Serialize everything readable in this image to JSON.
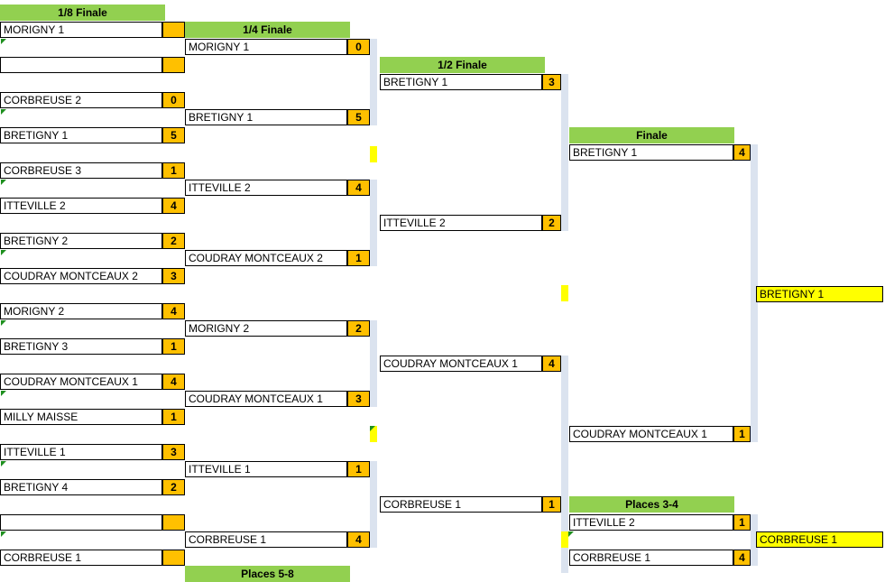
{
  "headers": {
    "r16": "1/8 Finale",
    "qf": "1/4 Finale",
    "sf": "1/2 Finale",
    "final": "Finale",
    "third": "Places 3-4",
    "fifth": "Places 5-8"
  },
  "r16": [
    {
      "team": "MORIGNY 1",
      "score": ""
    },
    {
      "team": "",
      "score": ""
    },
    {
      "team": "CORBREUSE 2",
      "score": "0"
    },
    {
      "team": "BRETIGNY 1",
      "score": "5"
    },
    {
      "team": "CORBREUSE 3",
      "score": "1"
    },
    {
      "team": "ITTEVILLE 2",
      "score": "4"
    },
    {
      "team": "BRETIGNY 2",
      "score": "2"
    },
    {
      "team": "COUDRAY MONTCEAUX 2",
      "score": "3"
    },
    {
      "team": "MORIGNY 2",
      "score": "4"
    },
    {
      "team": "BRETIGNY 3",
      "score": "1"
    },
    {
      "team": "COUDRAY MONTCEAUX 1",
      "score": "4"
    },
    {
      "team": "MILLY MAISSE",
      "score": "1"
    },
    {
      "team": "ITTEVILLE 1",
      "score": "3"
    },
    {
      "team": "BRETIGNY 4",
      "score": "2"
    },
    {
      "team": "",
      "score": ""
    },
    {
      "team": "CORBREUSE 1",
      "score": ""
    }
  ],
  "qf": [
    {
      "team": "MORIGNY 1",
      "score": "0"
    },
    {
      "team": "BRETIGNY 1",
      "score": "5"
    },
    {
      "team": "ITTEVILLE 2",
      "score": "4"
    },
    {
      "team": "COUDRAY MONTCEAUX 2",
      "score": "1"
    },
    {
      "team": "MORIGNY 2",
      "score": "2"
    },
    {
      "team": "COUDRAY MONTCEAUX 1",
      "score": "3"
    },
    {
      "team": "ITTEVILLE 1",
      "score": "1"
    },
    {
      "team": "CORBREUSE 1",
      "score": "4"
    }
  ],
  "sf": [
    {
      "team": "BRETIGNY 1",
      "score": "3"
    },
    {
      "team": "ITTEVILLE 2",
      "score": "2"
    },
    {
      "team": "COUDRAY MONTCEAUX 1",
      "score": "4"
    },
    {
      "team": "CORBREUSE 1",
      "score": "1"
    }
  ],
  "final": [
    {
      "team": "BRETIGNY 1",
      "score": "4"
    },
    {
      "team": "COUDRAY MONTCEAUX 1",
      "score": "1"
    }
  ],
  "third": [
    {
      "team": "ITTEVILLE 2",
      "score": "1"
    },
    {
      "team": "CORBREUSE 1",
      "score": "4"
    }
  ],
  "champion": "BRETIGNY 1",
  "third_place": "CORBREUSE 1",
  "colors": {
    "header": "#92d050",
    "score": "#ffc000",
    "winner": "#ffff00",
    "connector": "#dbe3ef",
    "marker": "#1e8f1e"
  }
}
